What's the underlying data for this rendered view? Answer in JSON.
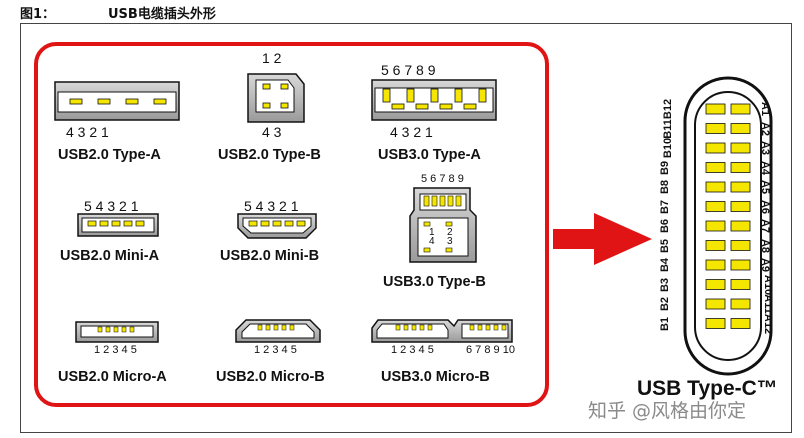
{
  "figure": {
    "number": "图1：",
    "title": "USB电缆插头外形"
  },
  "connectors": {
    "usb20_type_a": {
      "label": "USB2.0 Type-A",
      "pins": "4   3   2   1"
    },
    "usb20_type_b": {
      "label": "USB2.0 Type-B",
      "pins_top": "1 2",
      "pins_bottom": "4 3"
    },
    "usb30_type_a": {
      "label": "USB3.0 Type-A",
      "pins_top": "5   6   7   8   9",
      "pins_bottom": "4   3   2   1"
    },
    "usb20_mini_a": {
      "label": "USB2.0 Mini-A",
      "pins": "5 4 3 2 1"
    },
    "usb20_mini_b": {
      "label": "USB2.0 Mini-B",
      "pins": "5 4 3 2 1"
    },
    "usb30_type_b": {
      "label": "USB3.0 Type-B",
      "pins_top": "5 6 7 8 9",
      "pins_left": "1\n4",
      "pins_right": "2\n3"
    },
    "usb20_micro_a": {
      "label": "USB2.0 Micro-A",
      "pins": "1 2 3 4 5"
    },
    "usb20_micro_b": {
      "label": "USB2.0 Micro-B",
      "pins": "1 2 3 4 5"
    },
    "usb30_micro_b": {
      "label": "USB3.0 Micro-B",
      "pins_left": "1 2 3 4 5",
      "pins_right": "6 7 8 9 10"
    }
  },
  "type_c": {
    "label": "USB Type-C™",
    "b_pins": [
      "B12",
      "B11",
      "B10",
      "B9",
      "B8",
      "B7",
      "B6",
      "B5",
      "B4",
      "B3",
      "B2",
      "B1"
    ],
    "a_pins": [
      "A1",
      "A2",
      "A3",
      "A4",
      "A5",
      "A6",
      "A7",
      "A8",
      "A9",
      "A10",
      "A11",
      "A12"
    ]
  },
  "watermark": "知乎 @风格由你定",
  "colors": {
    "accent_red": "#e01414",
    "pin_yellow": "#f5e600",
    "outline": "#111111"
  }
}
